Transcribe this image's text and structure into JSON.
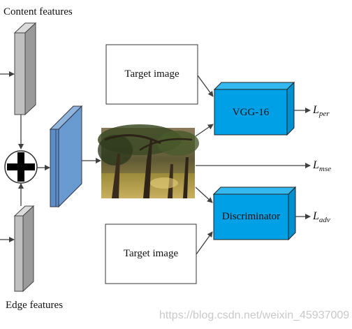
{
  "labels": {
    "content_features": "Content features",
    "edge_features": "Edge features"
  },
  "boxes": {
    "target_image_top": "Target image",
    "target_image_bottom": "Target image",
    "vgg": "VGG-16",
    "discriminator": "Discriminator"
  },
  "losses": {
    "per": {
      "base": "L",
      "sub": "per"
    },
    "mse": {
      "base": "L",
      "sub": "mse"
    },
    "adv": {
      "base": "L",
      "sub": "adv"
    }
  },
  "watermark": "https://blog.csdn.net/weixin_45937009",
  "colors": {
    "gray_block": "#c0c0c0",
    "blue_block": "#6a9bd0",
    "cyan_box": "#00a0e6",
    "line": "#404040"
  }
}
